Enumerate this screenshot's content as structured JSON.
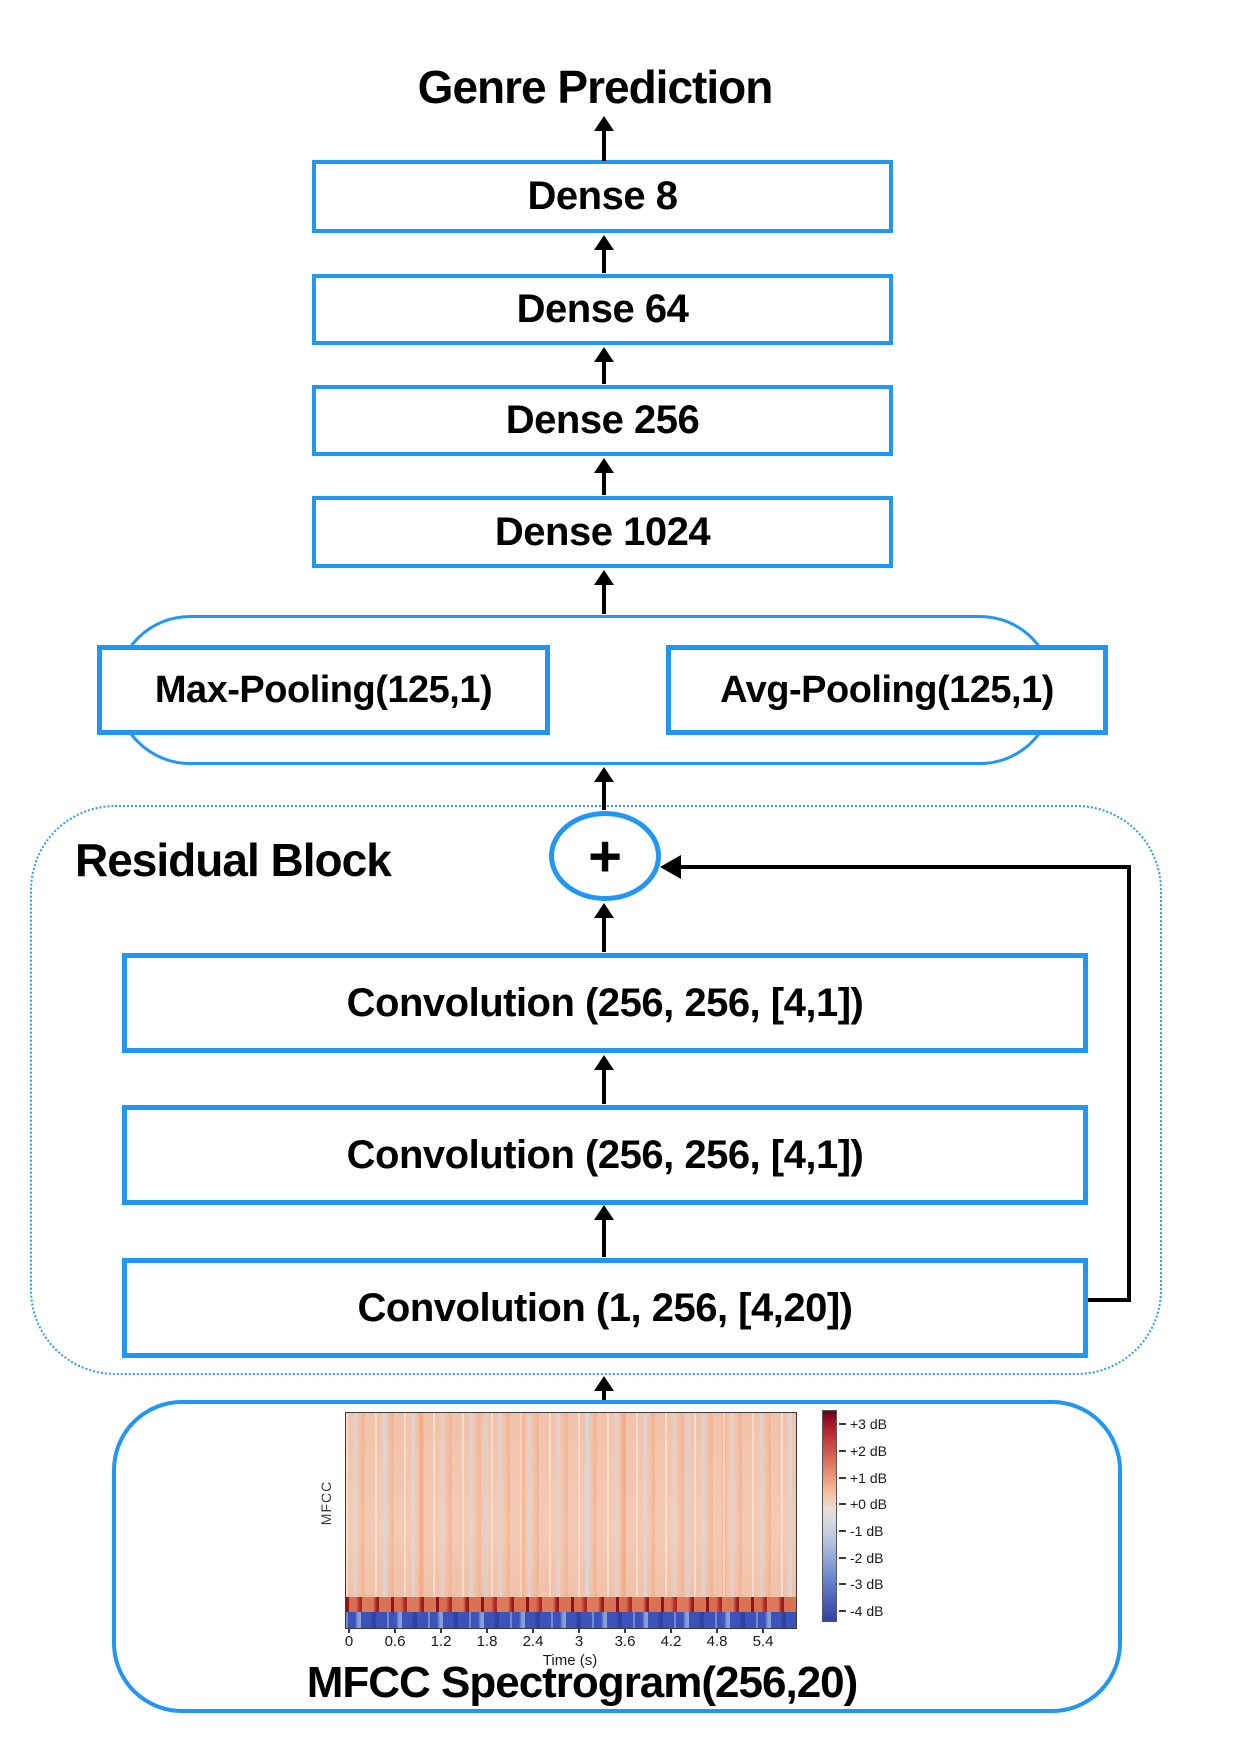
{
  "diagram": {
    "title": "Genre Prediction",
    "dense_layers": [
      {
        "label": "Dense 8"
      },
      {
        "label": "Dense 64"
      },
      {
        "label": "Dense 256"
      },
      {
        "label": "Dense 1024"
      }
    ],
    "pooling": {
      "max_label": "Max-Pooling(125,1)",
      "avg_label": "Avg-Pooling(125,1)"
    },
    "residual": {
      "title": "Residual Block",
      "plus_symbol": "+",
      "conv_layers": [
        {
          "label": "Convolution (256, 256, [4,1])"
        },
        {
          "label": "Convolution (256, 256, [4,1])"
        },
        {
          "label": "Convolution (1, 256, [4,20])"
        }
      ]
    },
    "input": {
      "label": "MFCC Spectrogram(256,20)"
    }
  },
  "spectrogram": {
    "ylabel": "MFCC",
    "xlabel": "Time (s)",
    "xticks": [
      "0",
      "0.6",
      "1.2",
      "1.8",
      "2.4",
      "3",
      "3.6",
      "4.2",
      "4.8",
      "5.4"
    ],
    "colorbar_ticks": [
      "+3 dB",
      "+2 dB",
      "+1 dB",
      "+0 dB",
      "-1 dB",
      "-2 dB",
      "-3 dB",
      "-4 dB"
    ]
  },
  "colors": {
    "box_border": "#2196f3",
    "arrow": "#000000",
    "spectrogram_base": "#f4c8b1",
    "spectrogram_red_band": "#c9563b",
    "spectrogram_blue_band": "#3c54ba"
  }
}
